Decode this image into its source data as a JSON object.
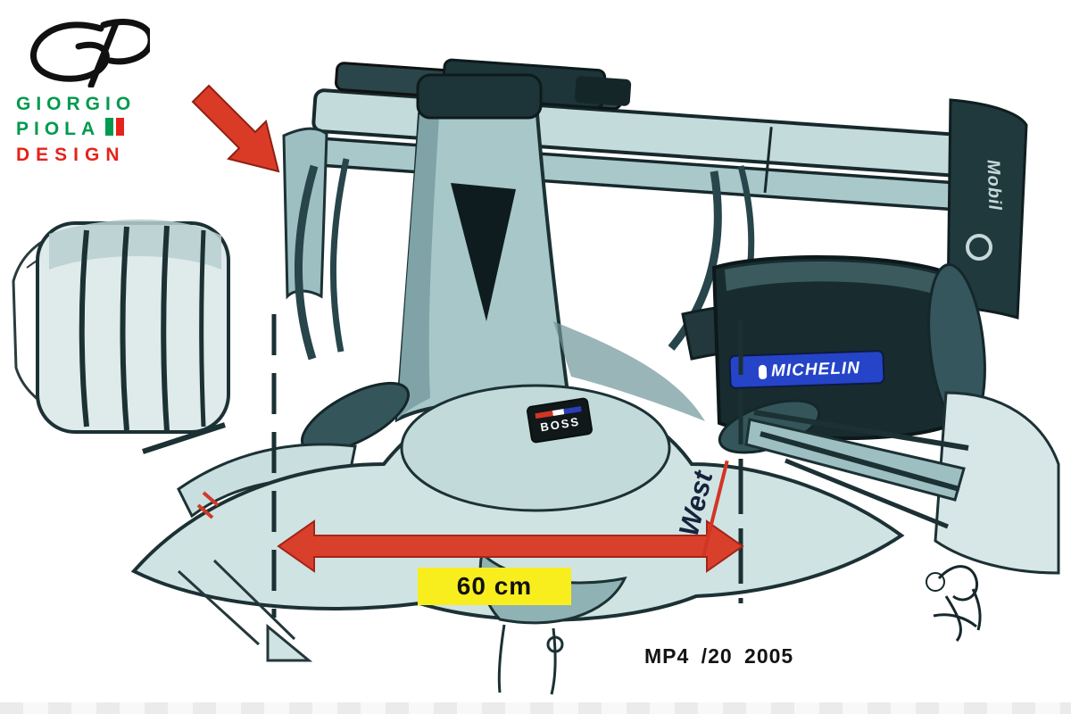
{
  "page": {
    "background": "#ffffff",
    "subject": "Giorgio Piola technical illustration - rear view of the McLaren MP4/20 (2005) Formula 1 car with a 60 cm width measurement between the rear-wing endplate zone and the rear tyre"
  },
  "logo": {
    "monogram": "GP",
    "name_line1": "GIORGIO",
    "name_line2": "PIOLA",
    "name_line3": "DESIGN",
    "green": "#009a4e",
    "red": "#e5231b"
  },
  "annotations": {
    "dimension_label": "60 cm",
    "caption": "MP4 /20 2005"
  },
  "sponsors": {
    "tyre": "MICHELIN",
    "tobacco": "West",
    "suit": "BOSS",
    "oil": "Mobil"
  },
  "illustration": {
    "colors": {
      "body_light": "#cfe3e3",
      "body_mid": "#a7c7c9",
      "body_dark": "#27454a",
      "ink": "#16282c",
      "arrow_red": "#da3b27",
      "label_yellow": "#f8ee1e",
      "michelin_blue": "#2544c8"
    }
  }
}
